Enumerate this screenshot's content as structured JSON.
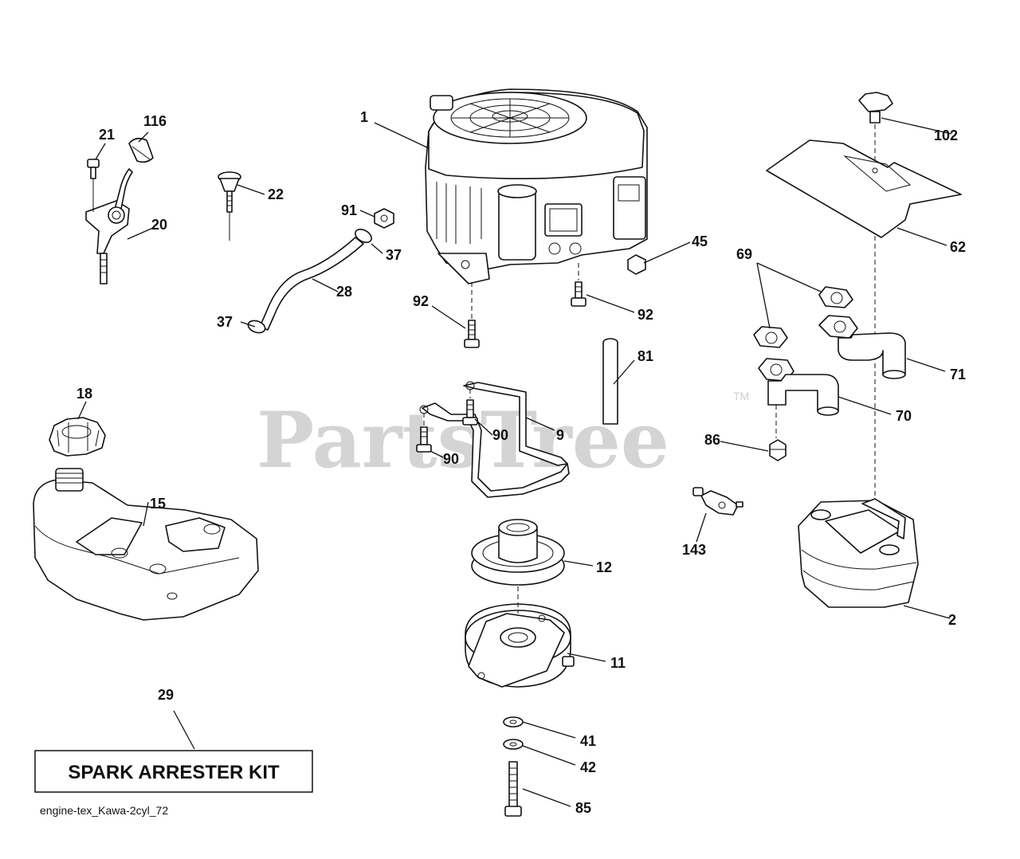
{
  "watermark": {
    "brand": "PartsTree",
    "trademark": "TM"
  },
  "callouts": {
    "c1": "1",
    "c2": "2",
    "c9": "9",
    "c11": "11",
    "c12": "12",
    "c15": "15",
    "c18": "18",
    "c20": "20",
    "c21": "21",
    "c22": "22",
    "c28": "28",
    "c29": "29",
    "c37a": "37",
    "c37b": "37",
    "c41": "41",
    "c42": "42",
    "c45": "45",
    "c62": "62",
    "c69": "69",
    "c70": "70",
    "c71": "71",
    "c81": "81",
    "c85": "85",
    "c86": "86",
    "c90a": "90",
    "c90b": "90",
    "c91": "91",
    "c92a": "92",
    "c92b": "92",
    "c102": "102",
    "c116": "116",
    "c143": "143"
  },
  "kit_label": "SPARK ARRESTER KIT",
  "file_label": "engine-tex_Kawa-2cyl_72"
}
